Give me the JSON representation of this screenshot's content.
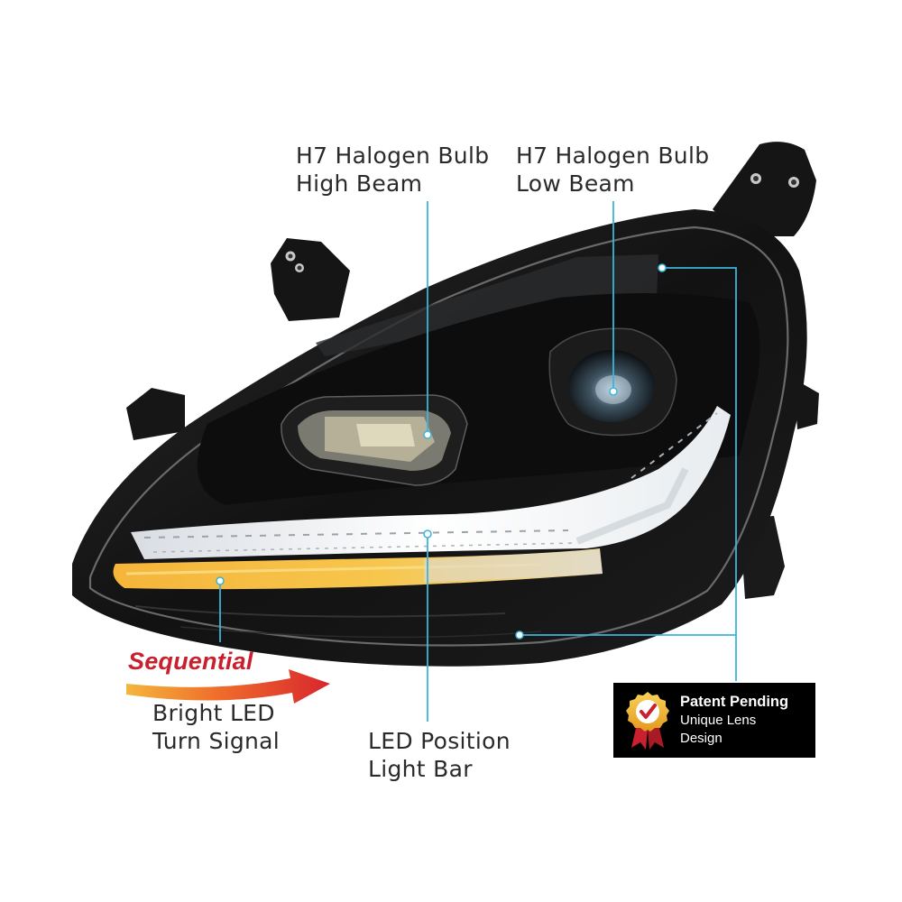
{
  "callouts": {
    "high_beam": {
      "line1": "H7 Halogen Bulb",
      "line2": "High Beam"
    },
    "low_beam": {
      "line1": "H7 Halogen Bulb",
      "line2": "Low Beam"
    },
    "turn_signal": {
      "tag": "Sequential",
      "line1": "Bright LED",
      "line2": "Turn Signal"
    },
    "light_bar": {
      "line1": "LED Position",
      "line2": "Light Bar"
    }
  },
  "badge": {
    "title": "Patent Pending",
    "line1": "Unique Lens",
    "line2": "Design",
    "icon": "award-ribbon-check-icon"
  },
  "colors": {
    "callout_line": "#3bb4dc",
    "sequential_text": "#c8202e",
    "amber": "#f2a51c",
    "housing": "#111111",
    "badge_bg": "#000000"
  },
  "product": {
    "image": "black-led-truck-headlight"
  }
}
